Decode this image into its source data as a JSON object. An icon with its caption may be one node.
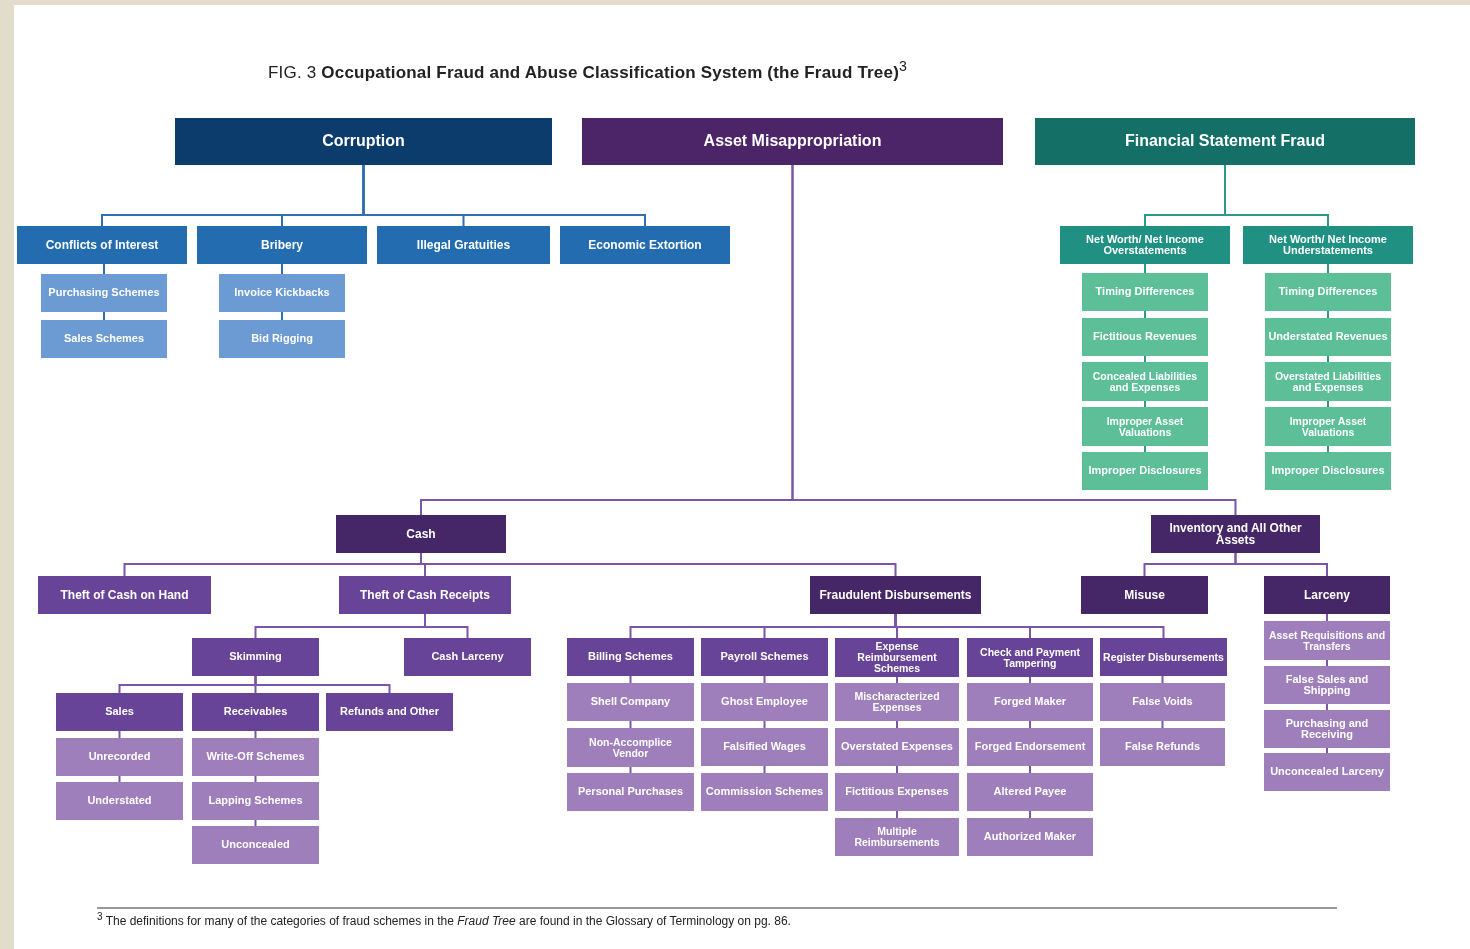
{
  "diagram": {
    "title": "FIG. 3 **Occupational Fraud and Abuse Classification System (the Fraud Tree)**$^{3}$",
    "caption": "$^{3}$ The definitions for many of the categories of fraud schemes in the *Fraud Tree* are found in the Glossary of Terminology on pg. 86.",
    "nodes": [
      {
        "text": [
          "Corruption"
        ]
      },
      {
        "text": [
          "Asset Misappropriation"
        ]
      },
      {
        "text": [
          "Financial Statement Fraud"
        ]
      },
      {
        "text": [
          "Conflicts of Interest"
        ]
      },
      {
        "text": [
          "Purchasing Schemes"
        ]
      },
      {
        "text": [
          "Sales Schemes"
        ]
      },
      {
        "text": [
          "Bribery"
        ]
      },
      {
        "text": [
          "Invoice Kickbacks"
        ]
      },
      {
        "text": [
          "Bid Rigging"
        ]
      },
      {
        "text": [
          "Illegal Gratuities"
        ]
      },
      {
        "text": [
          "Economic Extortion"
        ]
      },
      {
        "text": [
          "Net Worth/ Net Income Overstatements"
        ]
      },
      {
        "text": [
          "Timing Differences"
        ]
      },
      {
        "text": [
          "Fictitious Revenues"
        ]
      },
      {
        "text": [
          "Concealed Liabilities and Expenses"
        ]
      },
      {
        "text": [
          "Improper Asset Valuations"
        ]
      },
      {
        "text": [
          "Improper Disclosures"
        ]
      },
      {
        "text": [
          "Net Worth/ Net Income Understatements"
        ]
      },
      {
        "text": [
          "Timing Differences"
        ]
      },
      {
        "text": [
          "Understated Revenues"
        ]
      },
      {
        "text": [
          "Overstated Liabilities and Expenses"
        ]
      },
      {
        "text": [
          "Improper Asset Valuations"
        ]
      },
      {
        "text": [
          "Improper Disclosures"
        ]
      },
      {
        "text": [
          "Cash"
        ]
      },
      {
        "text": [
          "Inventory and All Other Assets"
        ]
      },
      {
        "text": [
          "Theft of Cash on Hand"
        ]
      },
      {
        "text": [
          "Theft of Cash Receipts"
        ]
      },
      {
        "text": [
          "Fraudulent Disbursements"
        ]
      },
      {
        "text": [
          "Misuse"
        ]
      },
      {
        "text": [
          "Larceny"
        ]
      },
      {
        "text": [
          "Skimming"
        ]
      },
      {
        "text": [
          "Cash Larceny"
        ]
      },
      {
        "text": [
          "Sales"
        ]
      },
      {
        "text": [
          "Receivables"
        ]
      },
      {
        "text": [
          "Refunds and Other"
        ]
      },
      {
        "text": [
          "Unrecorded"
        ]
      },
      {
        "text": [
          "Understated"
        ]
      },
      {
        "text": [
          "Write-Off Schemes"
        ]
      },
      {
        "text": [
          "Lapping Schemes"
        ]
      },
      {
        "text": [
          "Unconcealed"
        ]
      },
      {
        "text": [
          "Billing Schemes"
        ]
      },
      {
        "text": [
          "Shell Company"
        ]
      },
      {
        "text": [
          "Non-Accomplice Vendor"
        ]
      },
      {
        "text": [
          "Personal Purchases"
        ]
      },
      {
        "text": [
          "Payroll Schemes"
        ]
      },
      {
        "text": [
          "Ghost Employee"
        ]
      },
      {
        "text": [
          "Falsified Wages"
        ]
      },
      {
        "text": [
          "Commission Schemes"
        ]
      },
      {
        "text": [
          "Expense Reimbursement Schemes"
        ]
      },
      {
        "text": [
          "Mischaracterized Expenses"
        ]
      },
      {
        "text": [
          "Overstated Expenses"
        ]
      },
      {
        "text": [
          "Fictitious Expenses"
        ]
      },
      {
        "text": [
          "Multiple Reimbursements"
        ]
      },
      {
        "text": [
          "Check and Payment Tampering"
        ]
      },
      {
        "text": [
          "Forged Maker"
        ]
      },
      {
        "text": [
          "Forged Endorsement"
        ]
      },
      {
        "text": [
          "Altered Payee"
        ]
      },
      {
        "text": [
          "Authorized Maker"
        ]
      },
      {
        "text": [
          "Register Disbursements"
        ]
      },
      {
        "text": [
          "False Voids"
        ]
      },
      {
        "text": [
          "False Refunds"
        ]
      },
      {
        "text": [
          "Asset Requisitions and Transfers"
        ]
      },
      {
        "text": [
          "False Sales and Shipping"
        ]
      },
      {
        "text": [
          "Purchasing and Receiving"
        ]
      },
      {
        "text": [
          "Unconcealed Larceny"
        ]
      }
    ],
    "edges": [
      {
        "from": 0,
        "to": 3,
        "arrow": "none",
        "color": "#2f6fb3"
      },
      {
        "from": 0,
        "to": 6,
        "arrow": "none",
        "color": "#2f6fb3"
      },
      {
        "from": 0,
        "to": 9,
        "arrow": "none",
        "color": "#2f6fb3"
      },
      {
        "from": 0,
        "to": 10,
        "arrow": "none",
        "color": "#2f6fb3"
      },
      {
        "from": 3,
        "to": 4,
        "arrow": "none",
        "color": "#2f6fb3"
      },
      {
        "from": 4,
        "to": 5,
        "arrow": "none",
        "color": "#2f6fb3"
      },
      {
        "from": 6,
        "to": 7,
        "arrow": "none",
        "color": "#2f6fb3"
      },
      {
        "from": 7,
        "to": 8,
        "arrow": "none",
        "color": "#2f6fb3"
      },
      {
        "from": 2,
        "to": 11,
        "arrow": "none",
        "color": "#2b9a86"
      },
      {
        "from": 2,
        "to": 17,
        "arrow": "none",
        "color": "#2b9a86"
      },
      {
        "from": 11,
        "to": 12,
        "arrow": "none",
        "color": "#2b9a86"
      },
      {
        "from": 12,
        "to": 13,
        "arrow": "none",
        "color": "#2b9a86"
      },
      {
        "from": 13,
        "to": 14,
        "arrow": "none",
        "color": "#2b9a86"
      },
      {
        "from": 14,
        "to": 15,
        "arrow": "none",
        "color": "#2b9a86"
      },
      {
        "from": 15,
        "to": 16,
        "arrow": "none",
        "color": "#2b9a86"
      },
      {
        "from": 17,
        "to": 18,
        "arrow": "none",
        "color": "#2b9a86"
      },
      {
        "from": 18,
        "to": 19,
        "arrow": "none",
        "color": "#2b9a86"
      },
      {
        "from": 19,
        "to": 20,
        "arrow": "none",
        "color": "#2b9a86"
      },
      {
        "from": 20,
        "to": 21,
        "arrow": "none",
        "color": "#2b9a86"
      },
      {
        "from": 21,
        "to": 22,
        "arrow": "none",
        "color": "#2b9a86"
      },
      {
        "from": 1,
        "to": 23,
        "arrow": "none"
      },
      {
        "from": 1,
        "to": 24,
        "arrow": "none"
      },
      {
        "from": 23,
        "to": 25,
        "arrow": "none"
      },
      {
        "from": 23,
        "to": 26,
        "arrow": "none"
      },
      {
        "from": 23,
        "to": 27,
        "arrow": "none"
      },
      {
        "from": 26,
        "to": 30,
        "arrow": "none"
      },
      {
        "from": 26,
        "to": 31,
        "arrow": "none"
      },
      {
        "from": 30,
        "to": 32,
        "arrow": "none"
      },
      {
        "from": 30,
        "to": 33,
        "arrow": "none"
      },
      {
        "from": 30,
        "to": 34,
        "arrow": "none"
      },
      {
        "from": 32,
        "to": 35,
        "arrow": "none"
      },
      {
        "from": 35,
        "to": 36,
        "arrow": "none"
      },
      {
        "from": 33,
        "to": 37,
        "arrow": "none"
      },
      {
        "from": 37,
        "to": 38,
        "arrow": "none"
      },
      {
        "from": 38,
        "to": 39,
        "arrow": "none"
      },
      {
        "from": 27,
        "to": 40,
        "arrow": "none"
      },
      {
        "from": 27,
        "to": 44,
        "arrow": "none"
      },
      {
        "from": 27,
        "to": 48,
        "arrow": "none"
      },
      {
        "from": 27,
        "to": 53,
        "arrow": "none"
      },
      {
        "from": 27,
        "to": 58,
        "arrow": "none"
      },
      {
        "from": 40,
        "to": 41,
        "arrow": "none"
      },
      {
        "from": 41,
        "to": 42,
        "arrow": "none"
      },
      {
        "from": 42,
        "to": 43,
        "arrow": "none"
      },
      {
        "from": 44,
        "to": 45,
        "arrow": "none"
      },
      {
        "from": 45,
        "to": 46,
        "arrow": "none"
      },
      {
        "from": 46,
        "to": 47,
        "arrow": "none"
      },
      {
        "from": 48,
        "to": 49,
        "arrow": "none"
      },
      {
        "from": 49,
        "to": 50,
        "arrow": "none"
      },
      {
        "from": 50,
        "to": 51,
        "arrow": "none"
      },
      {
        "from": 51,
        "to": 52,
        "arrow": "none"
      },
      {
        "from": 53,
        "to": 54,
        "arrow": "none"
      },
      {
        "from": 54,
        "to": 55,
        "arrow": "none"
      },
      {
        "from": 55,
        "to": 56,
        "arrow": "none"
      },
      {
        "from": 56,
        "to": 57,
        "arrow": "none"
      },
      {
        "from": 58,
        "to": 59,
        "arrow": "none"
      },
      {
        "from": 59,
        "to": 60,
        "arrow": "none"
      },
      {
        "from": 24,
        "to": 28,
        "arrow": "none"
      },
      {
        "from": 24,
        "to": 29,
        "arrow": "none"
      },
      {
        "from": 29,
        "to": 61,
        "arrow": "none"
      },
      {
        "from": 61,
        "to": 62,
        "arrow": "none"
      },
      {
        "from": 62,
        "to": 63,
        "arrow": "none"
      },
      {
        "from": 63,
        "to": 64,
        "arrow": "none"
      }
    ]
  }
}
